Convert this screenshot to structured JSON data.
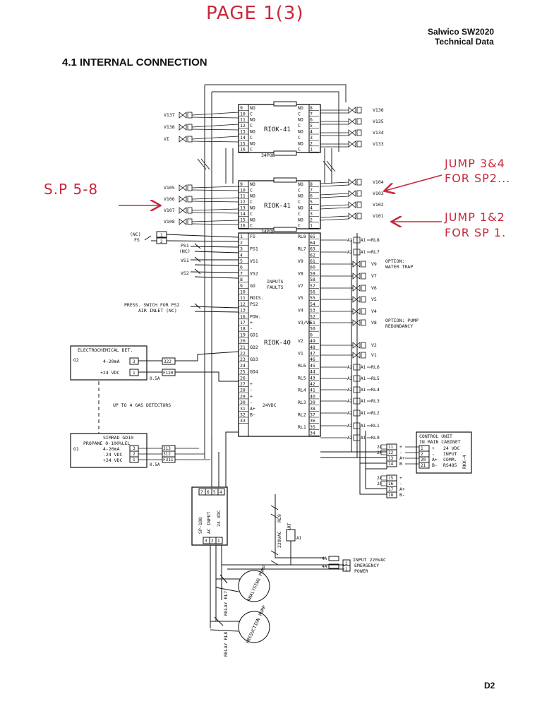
{
  "annotations": {
    "page": "PAGE 1(3)",
    "sp58": "S.P 5-8",
    "jump34_l1": "JUMP 3&4",
    "jump34_l2": "FOR SP2...",
    "jump12_l1": "JUMP 1&2",
    "jump12_l2": "FOR SP 1."
  },
  "header": {
    "brand": "Salwico SW2020",
    "subtitle": "Technical Data",
    "section_title": "4.1 INTERNAL CONNECTION"
  },
  "footer": {
    "page_code": "D2"
  },
  "riok41_top": {
    "label": "RIOK-41",
    "footer": "34POL",
    "left": [
      {
        "n": "9",
        "s": "NO"
      },
      {
        "n": "10",
        "s": "C"
      },
      {
        "n": "11",
        "s": "NO"
      },
      {
        "n": "12",
        "s": "C"
      },
      {
        "n": "13",
        "s": "NO"
      },
      {
        "n": "14",
        "s": "C"
      },
      {
        "n": "15",
        "s": "NO"
      },
      {
        "n": "16",
        "s": "C"
      }
    ],
    "right": [
      {
        "n": "8",
        "s": "NO"
      },
      {
        "n": "7",
        "s": "C"
      },
      {
        "n": "6",
        "s": "NO"
      },
      {
        "n": "5",
        "s": "C"
      },
      {
        "n": "4",
        "s": "NO"
      },
      {
        "n": "3",
        "s": "C"
      },
      {
        "n": "2",
        "s": "NO"
      },
      {
        "n": "1",
        "s": "C"
      }
    ],
    "valves_left": [
      "V137",
      "V138",
      "VI"
    ],
    "valves_right": [
      "V136",
      "V135",
      "V134",
      "V133"
    ]
  },
  "riok41_mid": {
    "label": "RIOK-41",
    "footer": "34POL",
    "left": [
      {
        "n": "9",
        "s": "NO"
      },
      {
        "n": "10",
        "s": "C"
      },
      {
        "n": "11",
        "s": "NO"
      },
      {
        "n": "12",
        "s": "C"
      },
      {
        "n": "13",
        "s": "NO"
      },
      {
        "n": "14",
        "s": "C"
      },
      {
        "n": "15",
        "s": "NO"
      },
      {
        "n": "16",
        "s": "C"
      }
    ],
    "right": [
      {
        "n": "8",
        "s": "NO"
      },
      {
        "n": "7",
        "s": "C"
      },
      {
        "n": "6",
        "s": "NO"
      },
      {
        "n": "5",
        "s": "C"
      },
      {
        "n": "4",
        "s": "NO"
      },
      {
        "n": "3",
        "s": "C"
      },
      {
        "n": "2",
        "s": "NO"
      },
      {
        "n": "1",
        "s": "C"
      }
    ],
    "valves_left": [
      "V105",
      "V106",
      "V107",
      "V108"
    ],
    "valves_right": [
      "V104",
      "V103",
      "V102",
      "V101"
    ]
  },
  "riok40": {
    "label": "RIOK-40",
    "left": [
      {
        "n": "1",
        "s": "FS"
      },
      {
        "n": "2",
        "s": ""
      },
      {
        "n": "3",
        "s": "PS1"
      },
      {
        "n": "4",
        "s": ""
      },
      {
        "n": "5",
        "s": "VS1"
      },
      {
        "n": "6",
        "s": ""
      },
      {
        "n": "7",
        "s": "VS2"
      },
      {
        "n": "8",
        "s": ""
      },
      {
        "n": "9",
        "s": "GD"
      },
      {
        "n": "10",
        "s": ""
      },
      {
        "n": "11",
        "s": "MOIS."
      },
      {
        "n": "12",
        "s": "PS2"
      },
      {
        "n": "13",
        "s": ""
      },
      {
        "n": "16",
        "s": "POW."
      },
      {
        "n": "17",
        "s": "+"
      },
      {
        "n": "18",
        "s": "-"
      },
      {
        "n": "19",
        "s": "GD1"
      },
      {
        "n": "20",
        "s": ""
      },
      {
        "n": "21",
        "s": "GD2"
      },
      {
        "n": "22",
        "s": ""
      },
      {
        "n": "23",
        "s": "GD3"
      },
      {
        "n": "24",
        "s": ""
      },
      {
        "n": "25",
        "s": "GD4"
      },
      {
        "n": "26",
        "s": ""
      },
      {
        "n": "27",
        "s": "+"
      },
      {
        "n": "28",
        "s": "-"
      },
      {
        "n": "29",
        "s": "+"
      },
      {
        "n": "30",
        "s": "-"
      },
      {
        "n": "31",
        "s": "A+"
      },
      {
        "n": "32",
        "s": "B-"
      },
      {
        "n": "33",
        "s": ""
      }
    ],
    "right": [
      {
        "n": "65",
        "s": "RL8"
      },
      {
        "n": "64",
        "s": ""
      },
      {
        "n": "63",
        "s": "RL7"
      },
      {
        "n": "62",
        "s": ""
      },
      {
        "n": "61",
        "s": "V9"
      },
      {
        "n": "60",
        "s": ""
      },
      {
        "n": "59",
        "s": "V8"
      },
      {
        "n": "58",
        "s": ""
      },
      {
        "n": "57",
        "s": "V7"
      },
      {
        "n": "56",
        "s": ""
      },
      {
        "n": "55",
        "s": "V5"
      },
      {
        "n": "54",
        "s": ""
      },
      {
        "n": "53",
        "s": "V4"
      },
      {
        "n": "52",
        "s": ""
      },
      {
        "n": "51",
        "s": "V3/V6"
      },
      {
        "n": "50",
        "s": ""
      },
      {
        "n": "0",
        "s": ""
      },
      {
        "n": "49",
        "s": "V2"
      },
      {
        "n": "48",
        "s": ""
      },
      {
        "n": "47",
        "s": "V1"
      },
      {
        "n": "46",
        "s": ""
      },
      {
        "n": "45",
        "s": "RL6"
      },
      {
        "n": "44",
        "s": ""
      },
      {
        "n": "43",
        "s": "RL5"
      },
      {
        "n": "42",
        "s": ""
      },
      {
        "n": "41",
        "s": "RL4"
      },
      {
        "n": "40",
        "s": ""
      },
      {
        "n": "39",
        "s": "RL3"
      },
      {
        "n": "38",
        "s": ""
      },
      {
        "n": "37",
        "s": "RL2"
      },
      {
        "n": "36",
        "s": ""
      },
      {
        "n": "35",
        "s": "RL1"
      },
      {
        "n": "34",
        "s": ""
      }
    ],
    "inner_inputs": "INPUTS",
    "inner_faults": "FAULTS",
    "inner_24v": "24VDC"
  },
  "inputs_left": {
    "nc_fs": "(NC)",
    "fs": "FS",
    "ps1": "PS1",
    "ps1_nc": "(NC)",
    "vs1": "VS1",
    "vs2": "VS2",
    "press_switch": "PRESS. SWICH FOR  PS2",
    "air_inlet": "AIR INLET  (NC)",
    "fs_terms": [
      "1",
      "2"
    ]
  },
  "right_side": {
    "rl8": "RL8",
    "rl7": "RL7",
    "valves": [
      "V9",
      "V7",
      "V6",
      "V5",
      "V4",
      "V8",
      "V2",
      "V1"
    ],
    "option_water_l1": "OPTION:",
    "option_water_l2": "WATER TRAP",
    "option_pump_l1": "OPTION: PUMP",
    "option_pump_l2": "REDUNDANCY",
    "rl_lower": [
      "RL6",
      "RL5",
      "RL4",
      "RL3",
      "RL2",
      "RL1",
      "RL9"
    ],
    "a2": "A2",
    "a1": "A1"
  },
  "gas_det_top": {
    "title": "ELECTROCHEMICAL DET.",
    "id": "G2",
    "row1_label": "4-20mA",
    "row1_term": "3",
    "row2_label": "+24 VDC",
    "row2_term": "1",
    "res": "0.5A",
    "t1": "322",
    "t2": "F120"
  },
  "gas_det_note": "UP TO 4 GAS DETECTORS",
  "gas_det_bottom": {
    "title1": "SIMRAD GD10",
    "title2": "PROPANE 0-100%LEL",
    "id": "G1",
    "rows": [
      {
        "label": "4-20mA",
        "term": "3"
      },
      {
        "label": "-24 VDC",
        "term": "2"
      },
      {
        "label": "+24 VDC",
        "term": "1"
      }
    ],
    "terms": [
      "313",
      "312",
      "F311"
    ],
    "res": "0.5A"
  },
  "control_unit": {
    "title1": "CONTROL UNIT",
    "title2": "IN MAIN CABINET",
    "rows": [
      {
        "t": "1",
        "s": "+",
        "desc": "24 VDC"
      },
      {
        "t": "2",
        "s": "-",
        "desc": "INPUT"
      },
      {
        "t": "20",
        "s": "A+",
        "desc": "COMM."
      },
      {
        "t": "21",
        "s": "B-",
        "desc": "RS485"
      }
    ],
    "side": "RKK-4"
  },
  "terminals_mid": [
    {
      "fuse": "2A",
      "n": "11",
      "s": "+"
    },
    {
      "fuse": "2A",
      "n": "12",
      "s": "-"
    },
    {
      "fuse": "",
      "n": "13",
      "s": "A+"
    },
    {
      "fuse": "",
      "n": "14",
      "s": "B"
    },
    {
      "fuse": "2A",
      "n": "15",
      "s": "+"
    },
    {
      "fuse": "2A",
      "n": "16",
      "s": "-"
    },
    {
      "fuse": "",
      "n": "17",
      "s": "A+"
    },
    {
      "fuse": "",
      "n": "18",
      "s": "B-"
    }
  ],
  "sp100": {
    "label": "SP-100",
    "input": "AC INPUT",
    "out": "24 VDC",
    "top_terms": [
      "7",
      "6",
      "5",
      "4"
    ],
    "bot_terms": [
      "3",
      "2",
      "1"
    ]
  },
  "start_relay": {
    "rl9": "RL9",
    "v": "220VAC",
    "start": "START",
    "k": "K1",
    "a1": "A1"
  },
  "power_input": {
    "fuses": [
      "4A",
      "4A"
    ],
    "terms": [
      "2",
      "1"
    ],
    "l1": "INPUT 220VAC",
    "l2": "EMERGENCY",
    "l3": "POWER"
  },
  "pumps": [
    {
      "relay": "RELAY RL7",
      "name": "ANALYSING PUMP"
    },
    {
      "relay": "RELAY RL8",
      "name": "PRESUCTION PUMP"
    }
  ]
}
